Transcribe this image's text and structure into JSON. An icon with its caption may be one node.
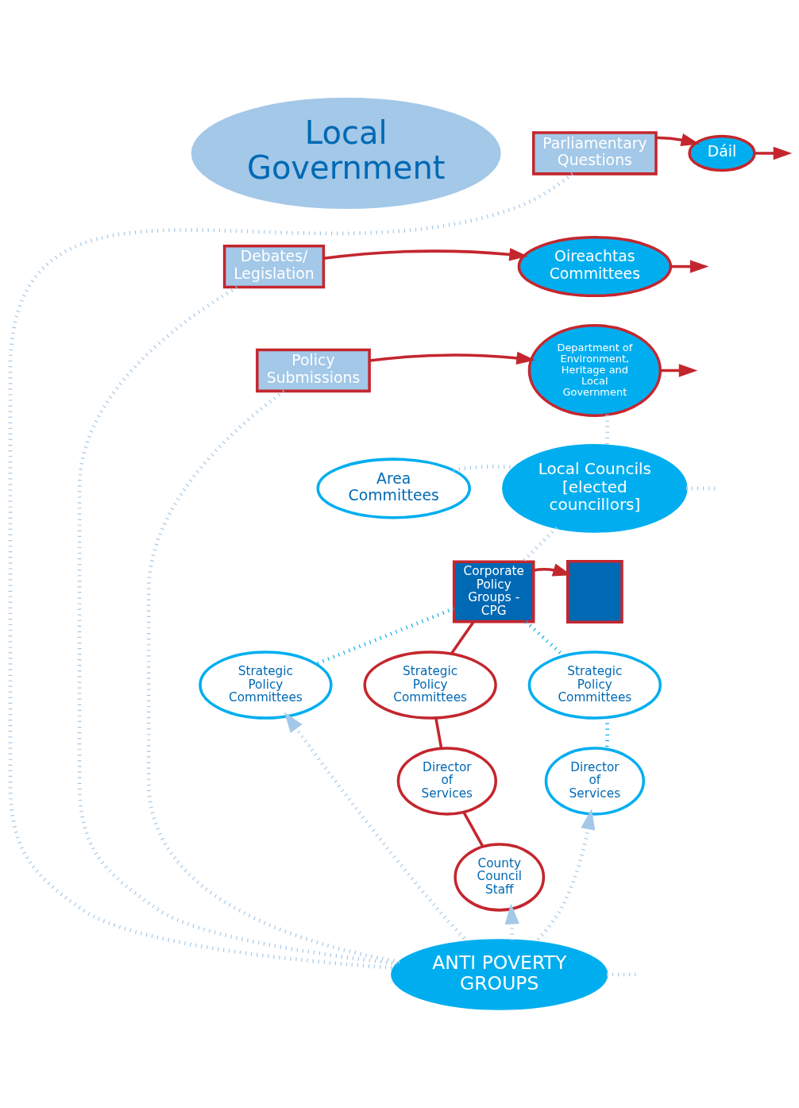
{
  "diagram": {
    "nodes": [
      {
        "text": [
          "Local Government"
        ]
      },
      {
        "text": [
          "Parliamentary Questions"
        ]
      },
      {
        "text": [
          "Dáil"
        ]
      },
      {
        "text": [
          "Debates/ Legislation"
        ]
      },
      {
        "text": [
          "Oireachtas Committees"
        ]
      },
      {
        "text": [
          "Policy Submissions"
        ]
      },
      {
        "text": [
          "Department of Environment, Heritage and Local Government"
        ]
      },
      {
        "text": [
          "Area Committees"
        ]
      },
      {
        "text": [
          "Local Councils",
          "[elected councillors]"
        ]
      },
      {
        "text": [
          "Corporate Policy Groups - CPG"
        ]
      },
      {
        "text": [],
        "shape": "box"
      },
      {
        "text": [
          "Strategic Policy Committees"
        ]
      },
      {
        "text": [
          "Strategic Policy Committees"
        ]
      },
      {
        "text": [
          "Strategic Policy Committees"
        ]
      },
      {
        "text": [
          "Director of Services"
        ]
      },
      {
        "text": [
          "Director of Services"
        ]
      },
      {
        "text": [
          "County Council Staff"
        ]
      },
      {
        "text": [
          "ANTI POVERTY GROUPS"
        ]
      }
    ],
    "edges": [
      {
        "from": 1,
        "to": 2,
        "arrow": "to",
        "color": "#c4262e"
      },
      {
        "from": 2,
        "to": null,
        "arrow": "to",
        "color": "#c4262e"
      },
      {
        "from": 3,
        "to": 4,
        "arrow": "to",
        "color": "#c4262e"
      },
      {
        "from": 4,
        "to": null,
        "arrow": "to",
        "color": "#c4262e"
      },
      {
        "from": 5,
        "to": 6,
        "arrow": "to",
        "color": "#c4262e"
      },
      {
        "from": 6,
        "to": null,
        "arrow": "to",
        "color": "#c4262e"
      },
      {
        "from": 17,
        "to": 1,
        "arrow": "none",
        "style": "dashed",
        "color": "#a3c8e8"
      },
      {
        "from": 17,
        "to": 3,
        "arrow": "none",
        "style": "dashed",
        "color": "#a3c8e8"
      },
      {
        "from": 17,
        "to": 5,
        "arrow": "none",
        "style": "dashed",
        "color": "#a3c8e8"
      },
      {
        "from": 6,
        "to": 8,
        "arrow": "none",
        "style": "dashed",
        "color": "#a3c8e8"
      },
      {
        "from": 7,
        "to": 8,
        "arrow": "none",
        "style": "dashed",
        "color": "#a3c8e8"
      },
      {
        "from": 8,
        "to": null,
        "arrow": "none",
        "style": "dashed",
        "color": "#a3c8e8"
      },
      {
        "from": 8,
        "to": 9,
        "arrow": "none",
        "style": "dashed",
        "color": "#a3c8e8"
      },
      {
        "from": 9,
        "to": 10,
        "arrow": "to",
        "color": "#c4262e"
      },
      {
        "from": 9,
        "to": 11,
        "arrow": "none",
        "color": "#c4262e"
      },
      {
        "from": 9,
        "to": 12,
        "arrow": "none",
        "style": "dashed",
        "color": "#00aeef"
      },
      {
        "from": 9,
        "to": 13,
        "arrow": "none",
        "style": "dashed",
        "color": "#00aeef"
      },
      {
        "from": 11,
        "to": 14,
        "arrow": "none",
        "color": "#c4262e"
      },
      {
        "from": 14,
        "to": 16,
        "arrow": "none",
        "color": "#c4262e"
      },
      {
        "from": 12,
        "to": 15,
        "arrow": "none",
        "style": "dashed",
        "color": "#00aeef"
      },
      {
        "from": 17,
        "to": 16,
        "arrow": "to",
        "style": "dashed",
        "color": "#a3c8e8"
      },
      {
        "from": 17,
        "to": 15,
        "arrow": "to",
        "style": "dashed",
        "color": "#a3c8e8"
      },
      {
        "from": 17,
        "to": 13,
        "arrow": "to",
        "style": "dashed",
        "color": "#a3c8e8"
      },
      {
        "from": 17,
        "to": null,
        "arrow": "none",
        "style": "dashed",
        "color": "#a3c8e8"
      }
    ]
  }
}
